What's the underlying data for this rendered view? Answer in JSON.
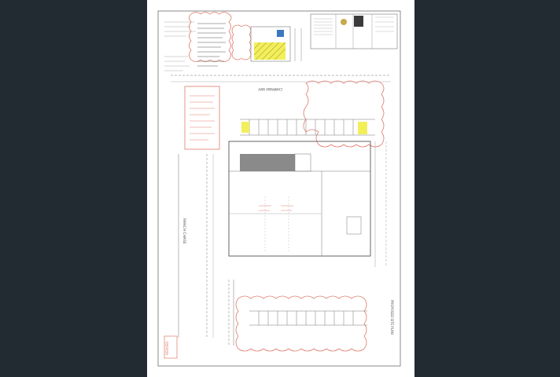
{
  "viewer": {
    "background_color": "#222a32"
  },
  "document": {
    "type": "architectural site plan drawing",
    "paper_color": "#ffffff",
    "line_color": "#6f6f6f",
    "revision_cloud_color": "#e07a6a",
    "highlight_color": "#f2ef5a",
    "accessible_bay_color": "#3a78c0",
    "building_tint_color": "#8a8a8a",
    "labels": {
      "rotated_street_left": "RANCH CHASE",
      "rotated_street_top": "CAMPANIA WAY",
      "right_title": "PROPOSED SITE PLAN",
      "revision_tag": "REVISED"
    }
  }
}
